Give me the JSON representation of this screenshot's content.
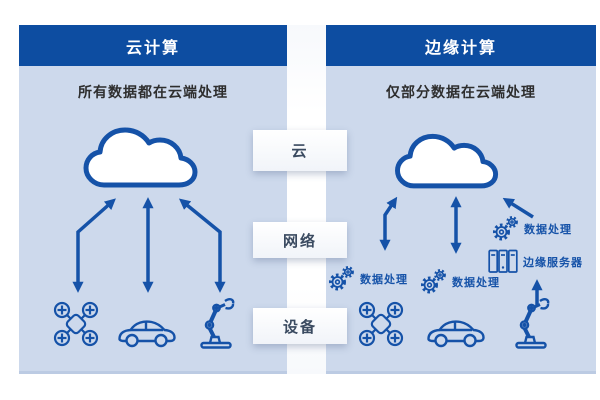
{
  "colors": {
    "header_blue": "#0d4da1",
    "panel_bg": "#cdd9ec",
    "icon_blue": "#1552a8",
    "mid_label_text": "#3a4a60",
    "body_text": "#2e2e2e",
    "page_background": "#ffffff"
  },
  "left_panel": {
    "title": "云计算",
    "subtitle": "所有数据都在云端处理",
    "icons": [
      "cloud-icon",
      "drone-icon",
      "car-icon",
      "robot-arm-icon"
    ]
  },
  "middle_column": {
    "labels": [
      "云",
      "网络",
      "设备"
    ]
  },
  "right_panel": {
    "title": "边缘计算",
    "subtitle": "仅部分数据在云端处理",
    "annotations": {
      "drone_processing": "数据处理",
      "car_processing": "数据处理",
      "edge_processing": "数据处理",
      "edge_server": "边缘服务器"
    },
    "icons": [
      "cloud-icon",
      "gears-icon",
      "server-icon",
      "drone-icon",
      "car-icon",
      "robot-arm-icon"
    ]
  }
}
